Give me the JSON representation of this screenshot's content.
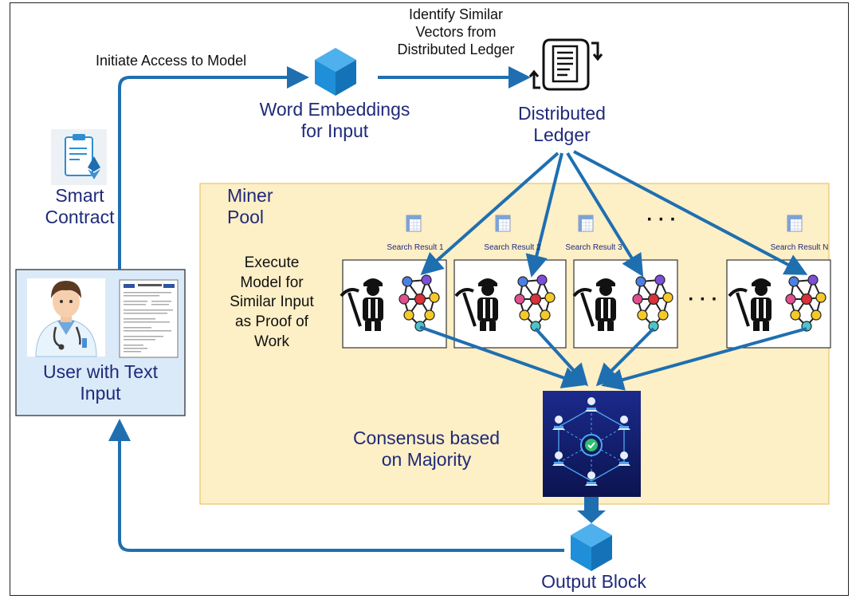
{
  "edges": {
    "initiate": "Initiate Access to Model",
    "identify": "Identify Similar\nVectors from\nDistributed Ledger"
  },
  "nodes": {
    "word_embeddings": "Word Embeddings\nfor Input",
    "distributed_ledger": "Distributed\nLedger",
    "smart_contract": "Smart\nContract",
    "user": "User with Text\nInput",
    "miner_pool": "Miner\nPool",
    "execute": "Execute\nModel for\nSimilar Input\nas Proof of\nWork",
    "consensus": "Consensus based\non Majority",
    "output_block": "Output Block"
  },
  "search_results": [
    "Search Result 1",
    "Search Result 2",
    "Search Result 3",
    "Search Result N"
  ],
  "ellipsis": "· · ·",
  "colors": {
    "arrow": "#1f6fb0",
    "navy_text": "#1f2a7a",
    "pool_fill": "#fdefc6",
    "pool_border": "#e8c56a",
    "user_box": "#dbeaf8",
    "cube": "#1e8fd8"
  }
}
